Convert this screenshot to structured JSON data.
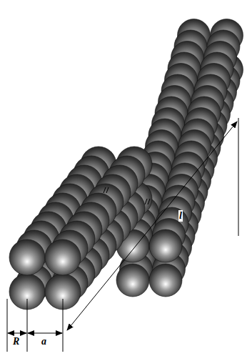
{
  "diagram": {
    "labels": [
      "R",
      "a",
      "l"
    ]
  }
}
